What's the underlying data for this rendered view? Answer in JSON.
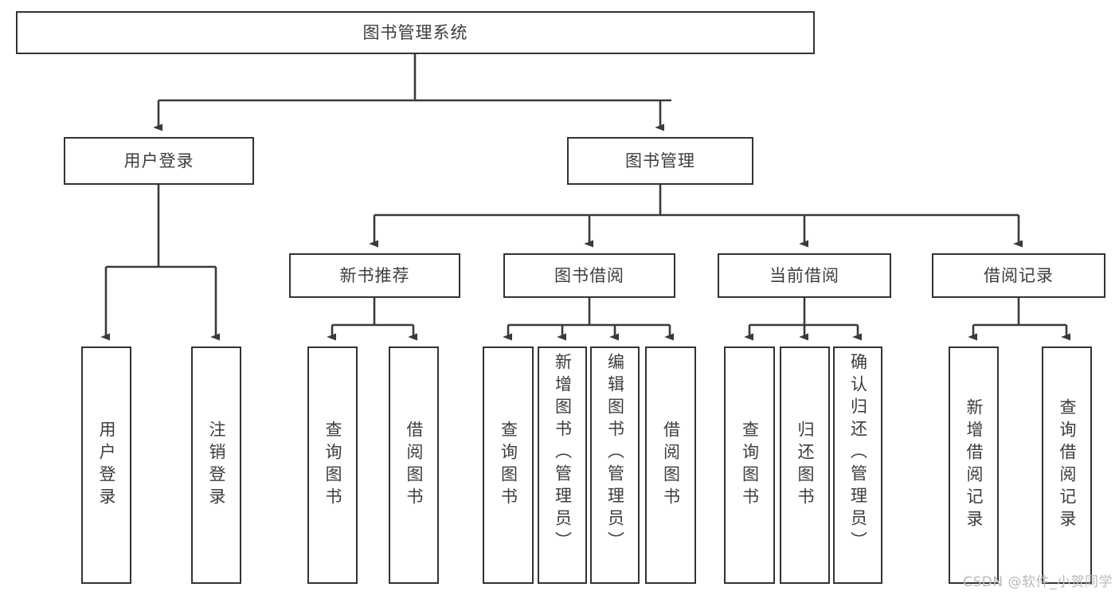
{
  "diagram": {
    "type": "tree",
    "title": "图书管理系统",
    "watermark": "CSDN @软件_小贺同学",
    "colors": {
      "box_border": "#333333",
      "box_fill": "#ffffff",
      "text": "#3d3d3d",
      "connector": "#3a3a3a",
      "watermark": "#b9b9b9",
      "background": "#ffffff"
    },
    "levels": {
      "root": {
        "label": "图书管理系统"
      },
      "level1": [
        {
          "label": "用户登录"
        },
        {
          "label": "图书管理"
        }
      ],
      "level2": [
        {
          "label": "新书推荐"
        },
        {
          "label": "图书借阅"
        },
        {
          "label": "当前借阅"
        },
        {
          "label": "借阅记录"
        }
      ]
    },
    "nodes": {
      "root": "图书管理系统",
      "user_login": "用户登录",
      "book_manage": "图书管理",
      "new_book_rec": "新书推荐",
      "book_borrow": "图书借阅",
      "current_borrow": "当前借阅",
      "borrow_record": "借阅记录",
      "leaf_user_login": "用户登录",
      "leaf_logout": "注销登录",
      "leaf_query_book_1": "查询图书",
      "leaf_borrow_book_1": "借阅图书",
      "leaf_query_book_2": "查询图书",
      "leaf_add_book_admin": "新增图书（管理员）",
      "leaf_edit_book_admin": "编辑图书（管理员）",
      "leaf_borrow_book_2": "借阅图书",
      "leaf_query_book_3": "查询图书",
      "leaf_return_book": "归还图书",
      "leaf_confirm_return_admin": "确认归还（管理员）",
      "leaf_add_record": "新增借阅记录",
      "leaf_query_record": "查询借阅记录"
    }
  }
}
